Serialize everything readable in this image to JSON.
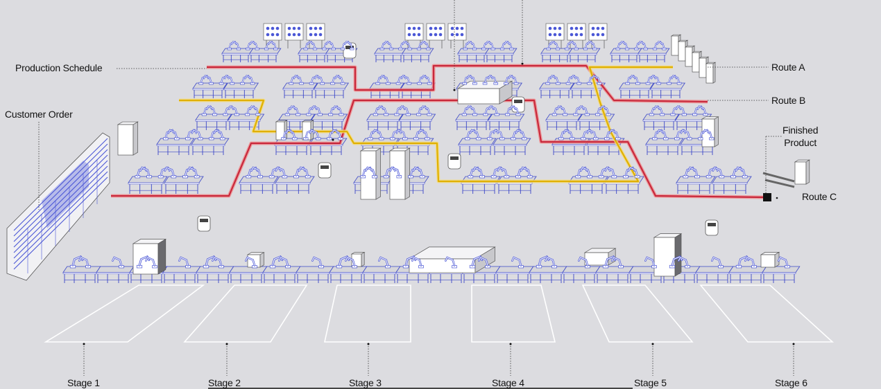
{
  "diagram": {
    "labels": {
      "production_schedule": "Production Schedule",
      "customer_order": "Customer Order",
      "route_a": "Route A",
      "route_b": "Route B",
      "route_c": "Route C",
      "finished_product_line1": "Finished",
      "finished_product_line2": "Product"
    },
    "stages": [
      "Stage 1",
      "Stage 2",
      "Stage 3",
      "Stage 4",
      "Stage 5",
      "Stage 6"
    ],
    "colors": {
      "background": "#dcdce0",
      "table_top": "#d6d6da",
      "table_frame": "#3a46c8",
      "robot": "#4b57d6",
      "route_red": "#c8283c",
      "route_red_glow": "#f08a8a",
      "route_yellow": "#e0b000",
      "route_yellow_glow": "#f5dc7a",
      "leader_line": "#333333",
      "stage_outline": "#ffffff"
    },
    "icons": [
      "robot-arm-icon",
      "agv-cart-icon",
      "storage-rack-icon",
      "finished-product-box-icon"
    ]
  }
}
